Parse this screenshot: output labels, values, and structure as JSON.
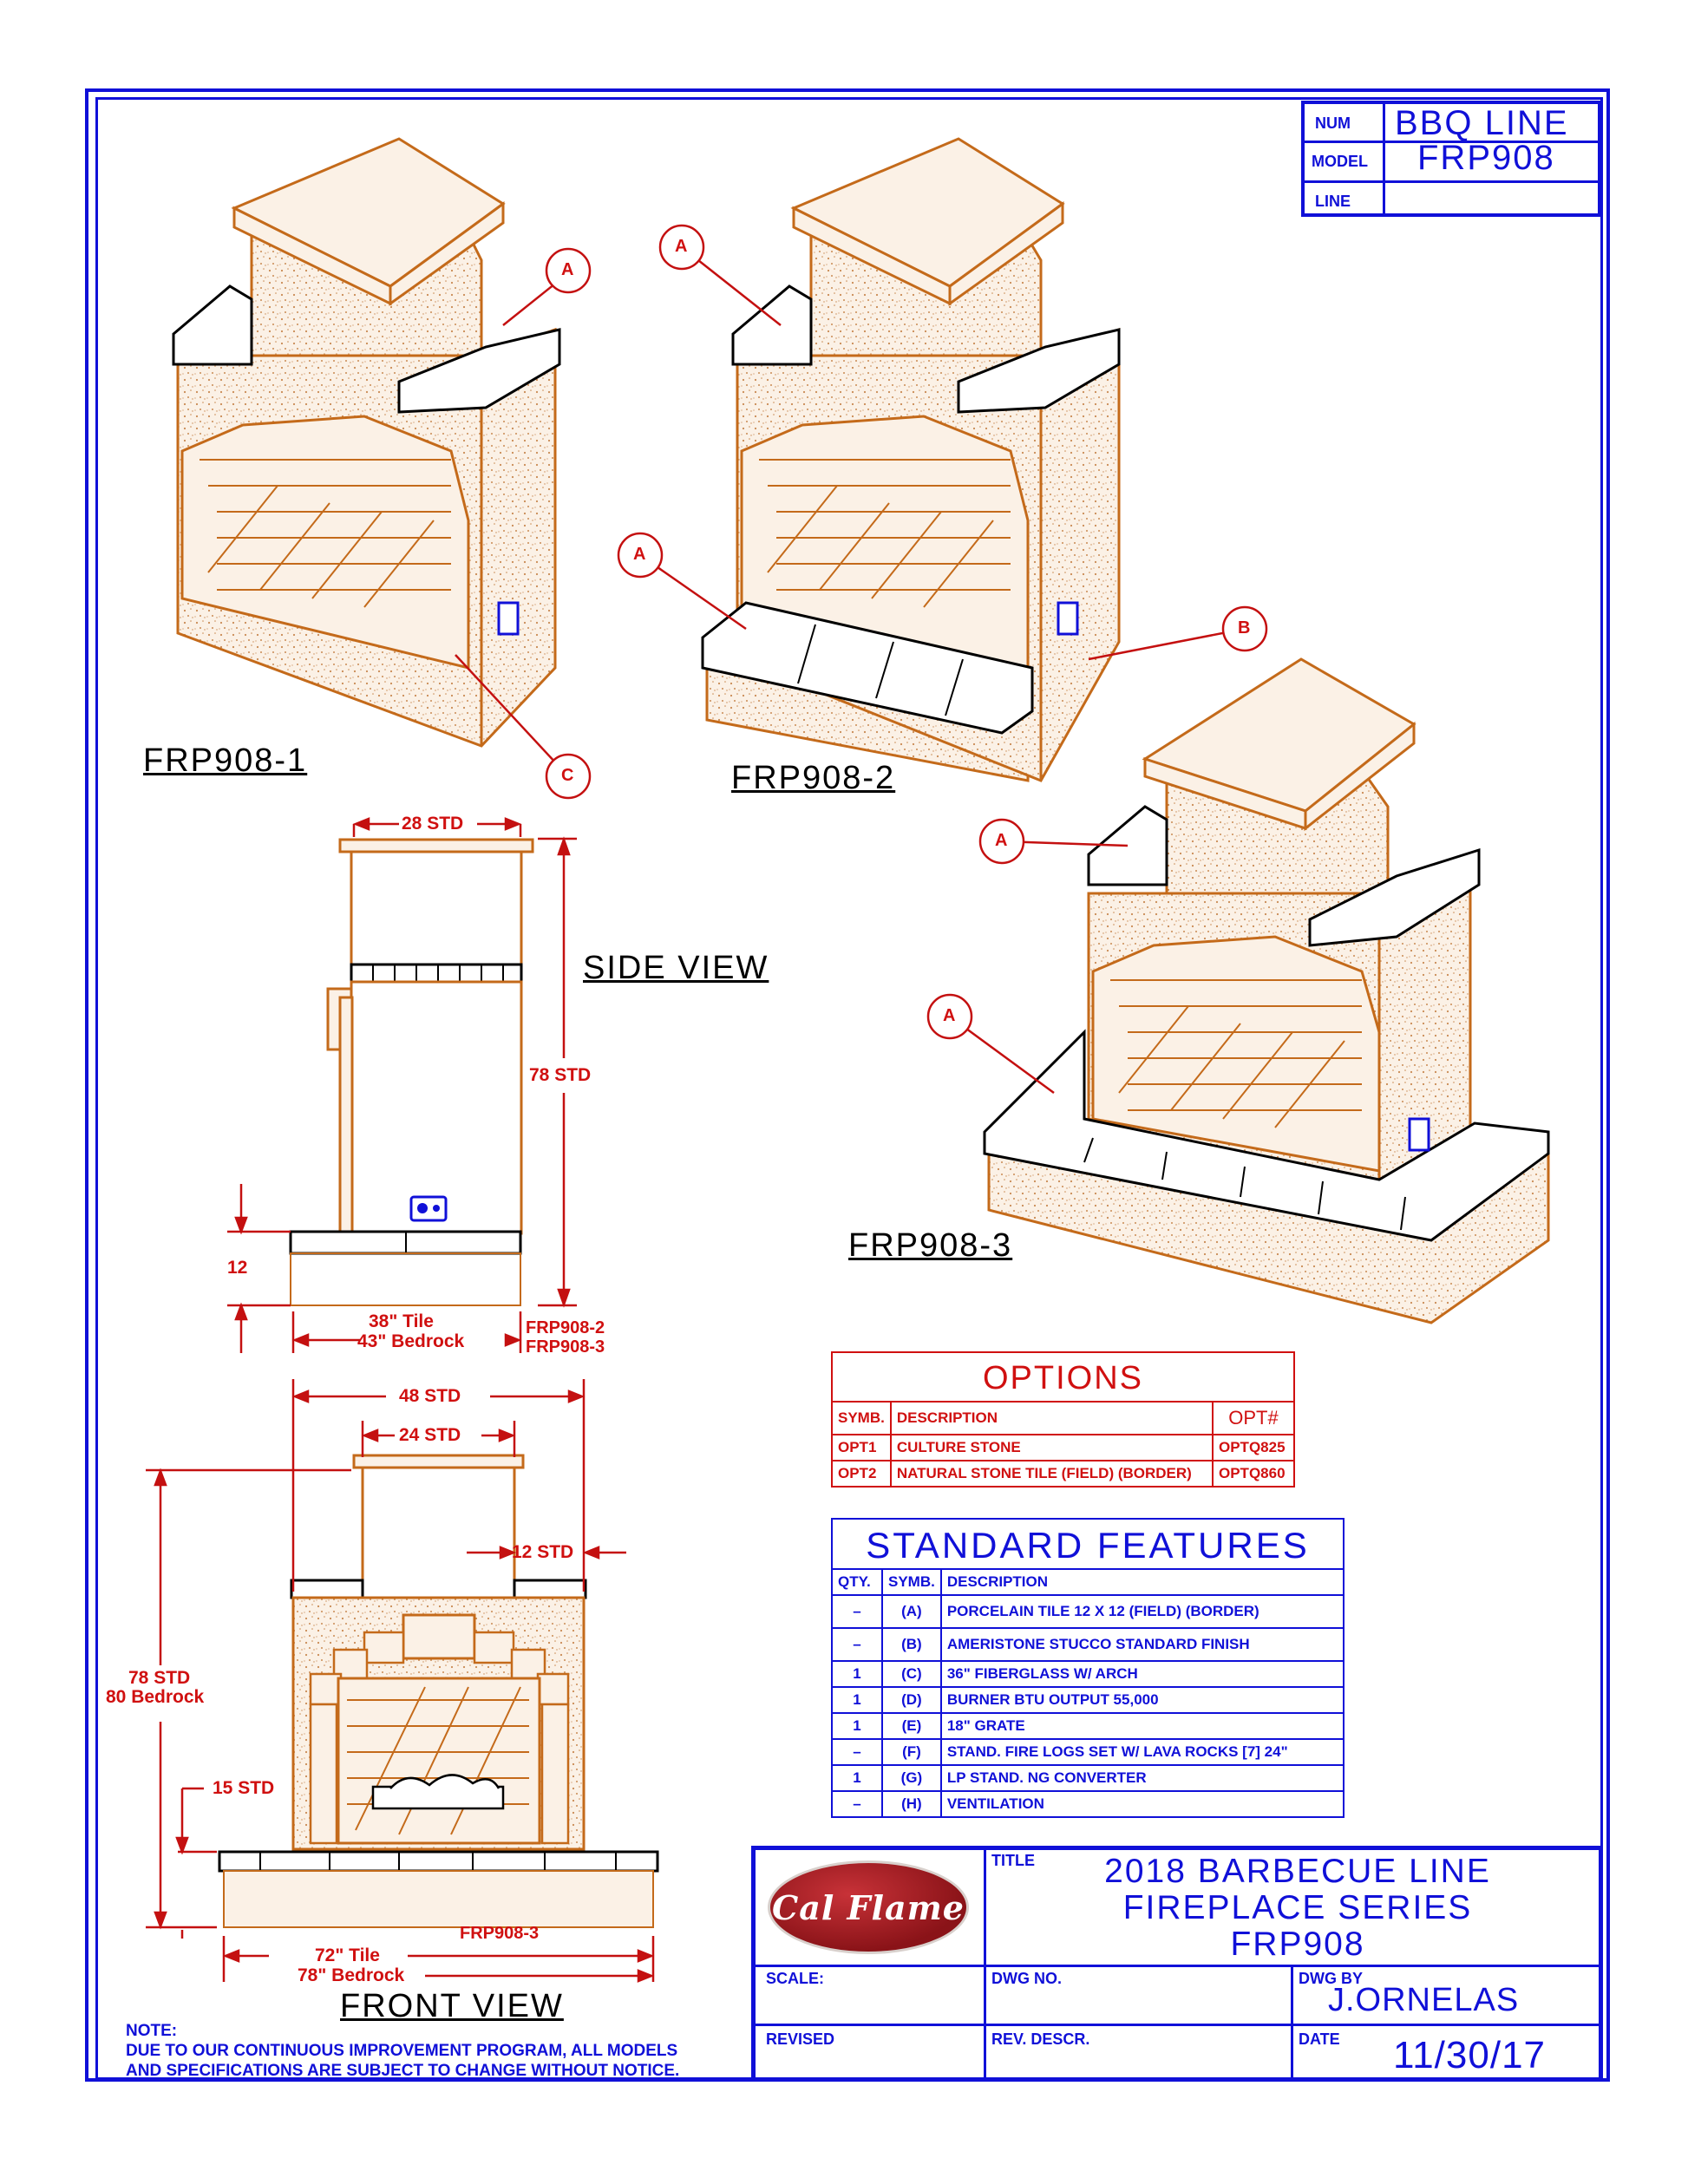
{
  "header_block": {
    "num_label": "NUM",
    "model_label": "MODEL",
    "line_label": "LINE",
    "num_value": "BBQ LINE",
    "model_value": "FRP908",
    "line_value": ""
  },
  "views": {
    "iso1": "FRP908-1",
    "iso2": "FRP908-2",
    "iso3": "FRP908-3",
    "side": "SIDE VIEW",
    "front": "FRONT VIEW"
  },
  "callouts": {
    "a": "A",
    "b": "B",
    "c": "C"
  },
  "dimensions": {
    "side_top": "28 STD",
    "side_height": "78 STD",
    "side_base": "12",
    "side_tile": "38\" Tile",
    "side_bedrock": "43\" Bedrock",
    "side_models_1": "FRP908-2",
    "side_models_2": "FRP908-3",
    "front_width": "48 STD",
    "front_top": "24 STD",
    "front_side": "12 STD",
    "front_height_1": "78 STD",
    "front_height_2": "80 Bedrock",
    "front_base": "15 STD",
    "front_model": "FRP908-3",
    "front_tile": "72\" Tile",
    "front_bedrock": "78\" Bedrock"
  },
  "options": {
    "title": "OPTIONS",
    "headers": [
      "SYMB.",
      "DESCRIPTION",
      "OPT#"
    ],
    "rows": [
      [
        "OPT1",
        "CULTURE STONE",
        "OPTQ825"
      ],
      [
        "OPT2",
        "NATURAL STONE TILE (FIELD) (BORDER)",
        "OPTQ860"
      ]
    ]
  },
  "standard_features": {
    "title": "STANDARD FEATURES",
    "headers": [
      "QTY.",
      "SYMB.",
      "DESCRIPTION"
    ],
    "rows": [
      [
        "–",
        "(A)",
        "PORCELAIN TILE 12 X 12 (FIELD) (BORDER)"
      ],
      [
        "–",
        "(B)",
        "AMERISTONE STUCCO STANDARD FINISH"
      ],
      [
        "1",
        "(C)",
        "36\" FIBERGLASS W/ ARCH"
      ],
      [
        "1",
        "(D)",
        "BURNER BTU OUTPUT 55,000"
      ],
      [
        "1",
        "(E)",
        "18\" GRATE"
      ],
      [
        "–",
        "(F)",
        "STAND. FIRE LOGS SET W/ LAVA ROCKS [7] 24\""
      ],
      [
        "1",
        "(G)",
        "LP STAND. NG CONVERTER"
      ],
      [
        "–",
        "(H)",
        "VENTILATION"
      ]
    ]
  },
  "note": {
    "label": "NOTE:",
    "line1": "DUE TO OUR CONTINUOUS IMPROVEMENT PROGRAM, ALL MODELS",
    "line2": "AND SPECIFICATIONS ARE SUBJECT TO CHANGE WITHOUT NOTICE."
  },
  "title_block": {
    "logo": "Cal Flame",
    "title_label": "TITLE",
    "title_line1": "2018 BARBECUE LINE",
    "title_line2": "FIREPLACE SERIES",
    "title_line3": "FRP908",
    "scale_label": "SCALE:",
    "dwg_no_label": "DWG NO.",
    "dwg_by_label": "DWG BY",
    "dwg_by_value": "J.ORNELAS",
    "revised_label": "REVISED",
    "rev_descr_label": "REV. DESCR.",
    "date_label": "DATE",
    "date_value": "11/30/17"
  },
  "colors": {
    "border_blue": "#1010d8",
    "dim_red": "#d01010",
    "drawing_orange": "#c46a1a",
    "stucco_fill": "#f6e6d2",
    "logo_red": "#9e1b22"
  }
}
